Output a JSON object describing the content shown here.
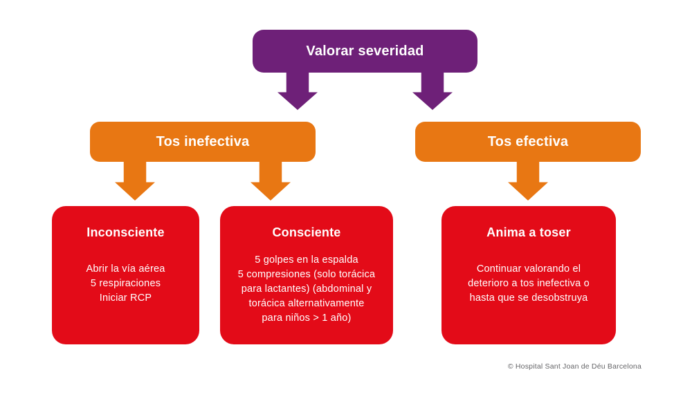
{
  "colors": {
    "purple": "#6E2078",
    "orange": "#E87713",
    "red": "#E30B18",
    "white": "#FFFFFF",
    "footer_gray": "#636366",
    "background": "#FFFFFF"
  },
  "diagram": {
    "root": {
      "label": "Valorar severidad"
    },
    "branches": [
      {
        "label": "Tos inefectiva"
      },
      {
        "label": "Tos efectiva"
      }
    ],
    "outcomes": [
      {
        "title": "Inconsciente",
        "body": "Abrir la vía aérea\n5 respiraciones\nIniciar RCP"
      },
      {
        "title": "Consciente",
        "body": "5 golpes en la espalda\n5 compresiones (solo torácica\npara lactantes) (abdominal y\ntorácica alternativamente\npara niños > 1 año)"
      },
      {
        "title": "Anima a toser",
        "body": "Continuar valorando el\ndeterioro a tos inefectiva o\nhasta que se desobstruya"
      }
    ],
    "footer": "© Hospital Sant Joan de Déu Barcelona"
  }
}
